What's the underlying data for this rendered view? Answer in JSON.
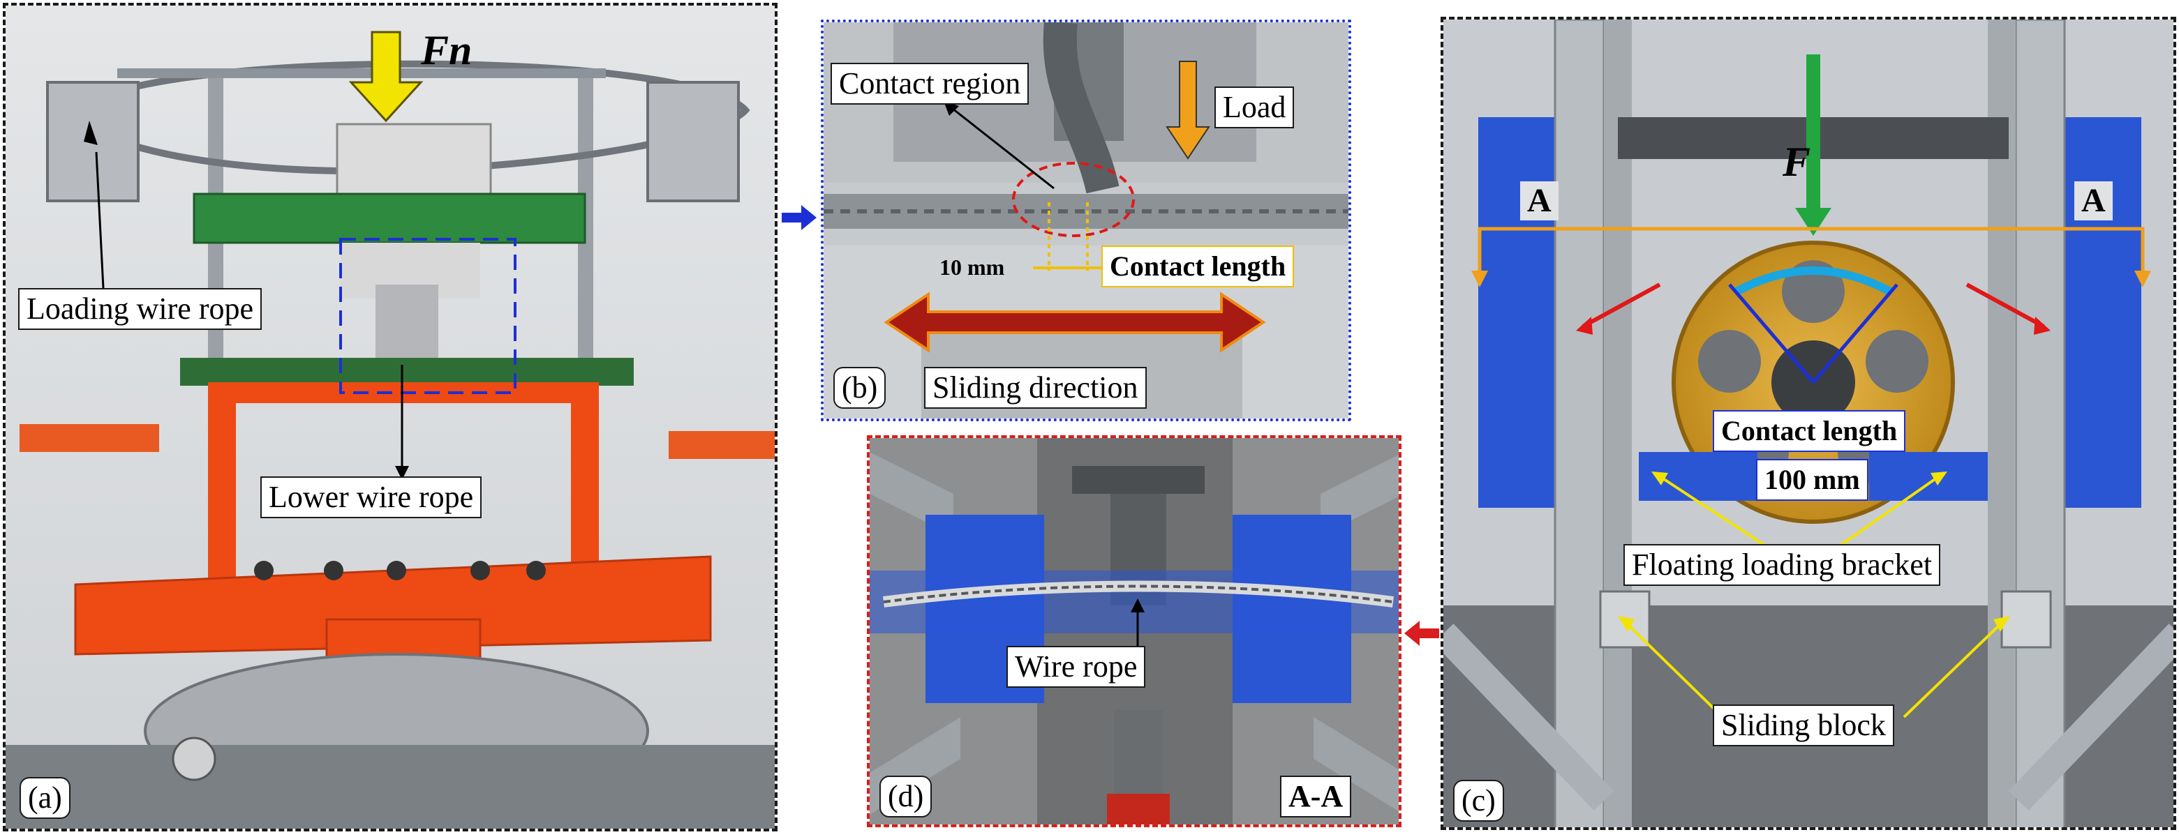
{
  "panels": {
    "a": {
      "tag": "(a)",
      "force_label": "Fn",
      "loading_wire_rope": "Loading wire rope",
      "lower_wire_rope": "Lower wire rope"
    },
    "b": {
      "tag": "(b)",
      "contact_region": "Contact region",
      "load": "Load",
      "contact_length": "Contact length",
      "ten_mm": "10 mm",
      "sliding_direction": "Sliding direction"
    },
    "c": {
      "tag": "(c)",
      "force_label": "F",
      "section_a_left": "A",
      "section_a_right": "A",
      "contact_length": "Contact length",
      "hundred_mm": "100 mm",
      "floating_bracket": "Floating loading bracket",
      "sliding_block": "Sliding block"
    },
    "d": {
      "tag": "(d)",
      "wire_rope": "Wire rope",
      "section": "A-A"
    }
  },
  "colors": {
    "frame_black": "#1a1a1a",
    "frame_blue": "#1c2fd6",
    "frame_red": "#d81e1e",
    "arrow_yellow": "#f2e300",
    "arrow_orange": "#f0a01a",
    "arrow_green": "#22a640",
    "rig_orange": "#ee4a14",
    "bracket_blue": "#2a56d4",
    "pulley_gold": "#d8a22a"
  }
}
